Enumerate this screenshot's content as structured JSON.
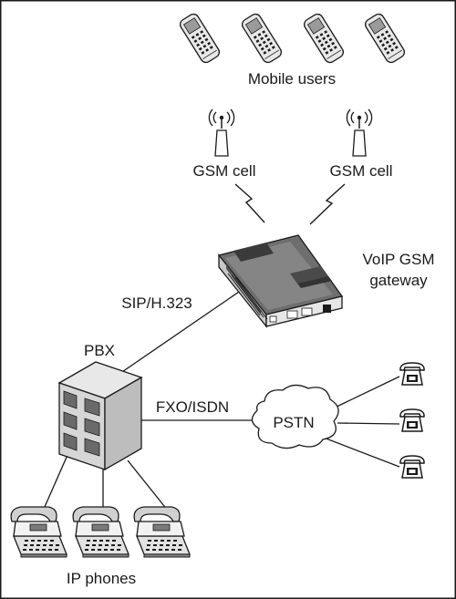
{
  "labels": {
    "mobile_users": "Mobile users",
    "gsm_cell_left": "GSM cell",
    "gsm_cell_right": "GSM cell",
    "voip_line1": "VoIP GSM",
    "voip_line2": "gateway",
    "sip": "SIP/H.323",
    "pbx": "PBX",
    "fxo": "FXO/ISDN",
    "pstn": "PSTN",
    "ip_phones": "IP phones"
  },
  "colors": {
    "stroke": "#1a1a1a",
    "device_dark": "#5a5a5a",
    "device_mid": "#9a9a9a",
    "device_light": "#d8d8d8",
    "window": "#7a7a7a"
  },
  "icons": {
    "mobile": "mobile-phone-icon",
    "antenna": "antenna-tower-icon",
    "gateway": "gateway-device-icon",
    "pbx": "pbx-cabinet-icon",
    "cloud": "pstn-cloud-icon",
    "desk_phone": "desk-phone-icon",
    "ip_phone": "ip-phone-icon"
  }
}
